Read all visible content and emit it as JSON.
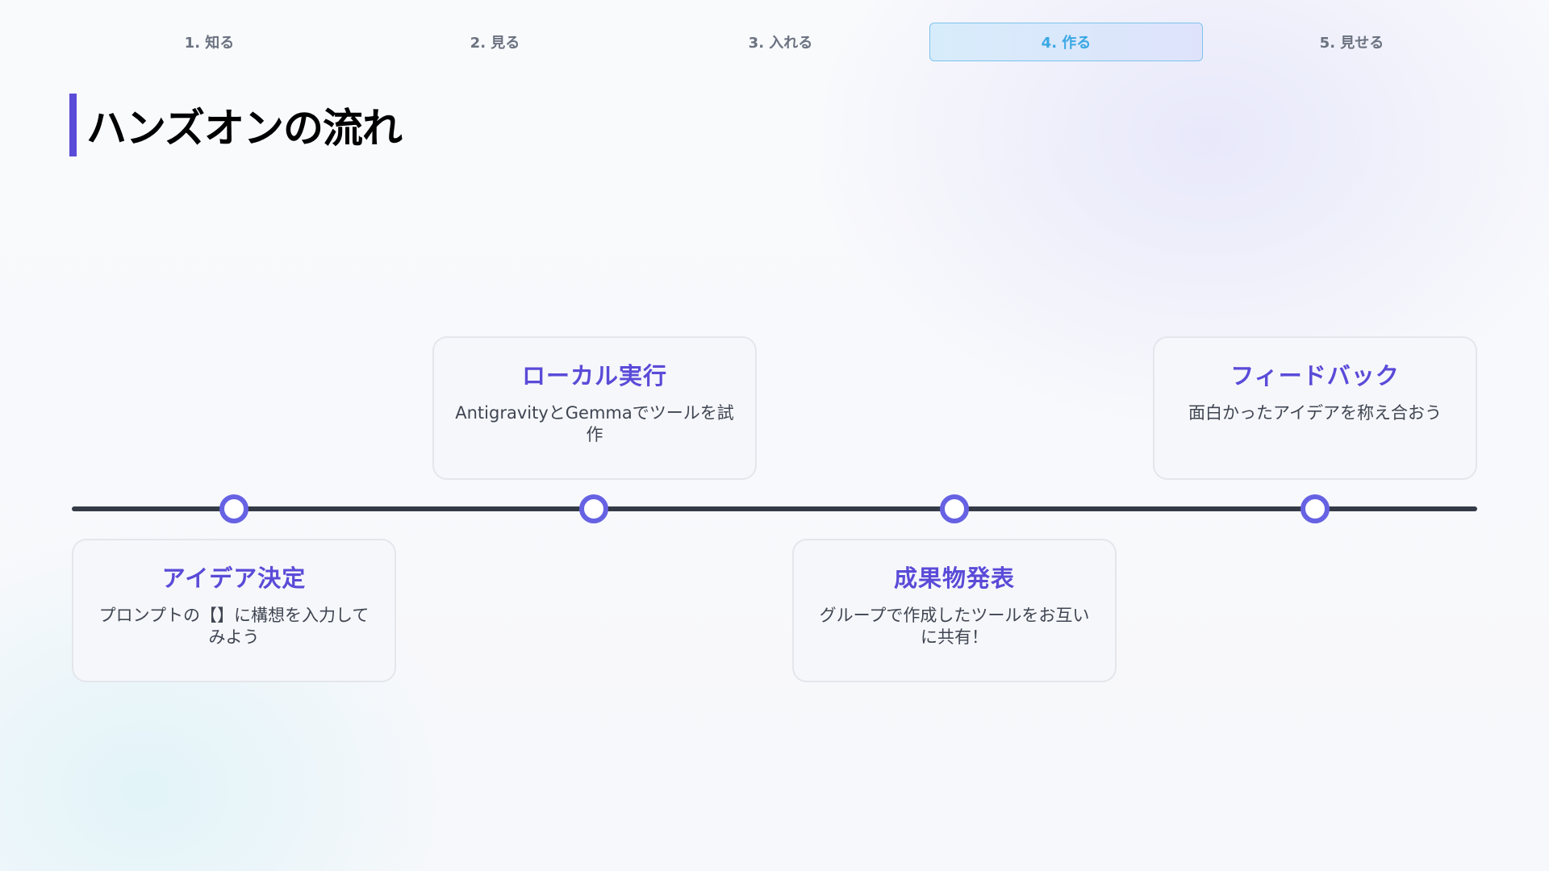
{
  "tabs": [
    {
      "label": "1. 知る",
      "active": false
    },
    {
      "label": "2. 見る",
      "active": false
    },
    {
      "label": "3. 入れる",
      "active": false
    },
    {
      "label": "4. 作る",
      "active": true
    },
    {
      "label": "5. 見せる",
      "active": false
    }
  ],
  "page": {
    "title": "ハンズオンの流れ"
  },
  "timeline": {
    "steps": [
      {
        "title": "アイデア決定",
        "desc": "プロンプトの【】に構想を入力してみよう"
      },
      {
        "title": "ローカル実行",
        "desc": "AntigravityとGemmaでツールを試作"
      },
      {
        "title": "成果物発表",
        "desc": "グループで作成したツールをお互いに共有！"
      },
      {
        "title": "フィードバック",
        "desc": "面白かったアイデアを称え合おう"
      }
    ]
  },
  "colors": {
    "accent": "#5a4bd8",
    "node_ring": "#6662e3",
    "timeline_line": "#343b47",
    "active_tab_text": "#39a8e3",
    "active_tab_border": "#7cc3ec"
  }
}
